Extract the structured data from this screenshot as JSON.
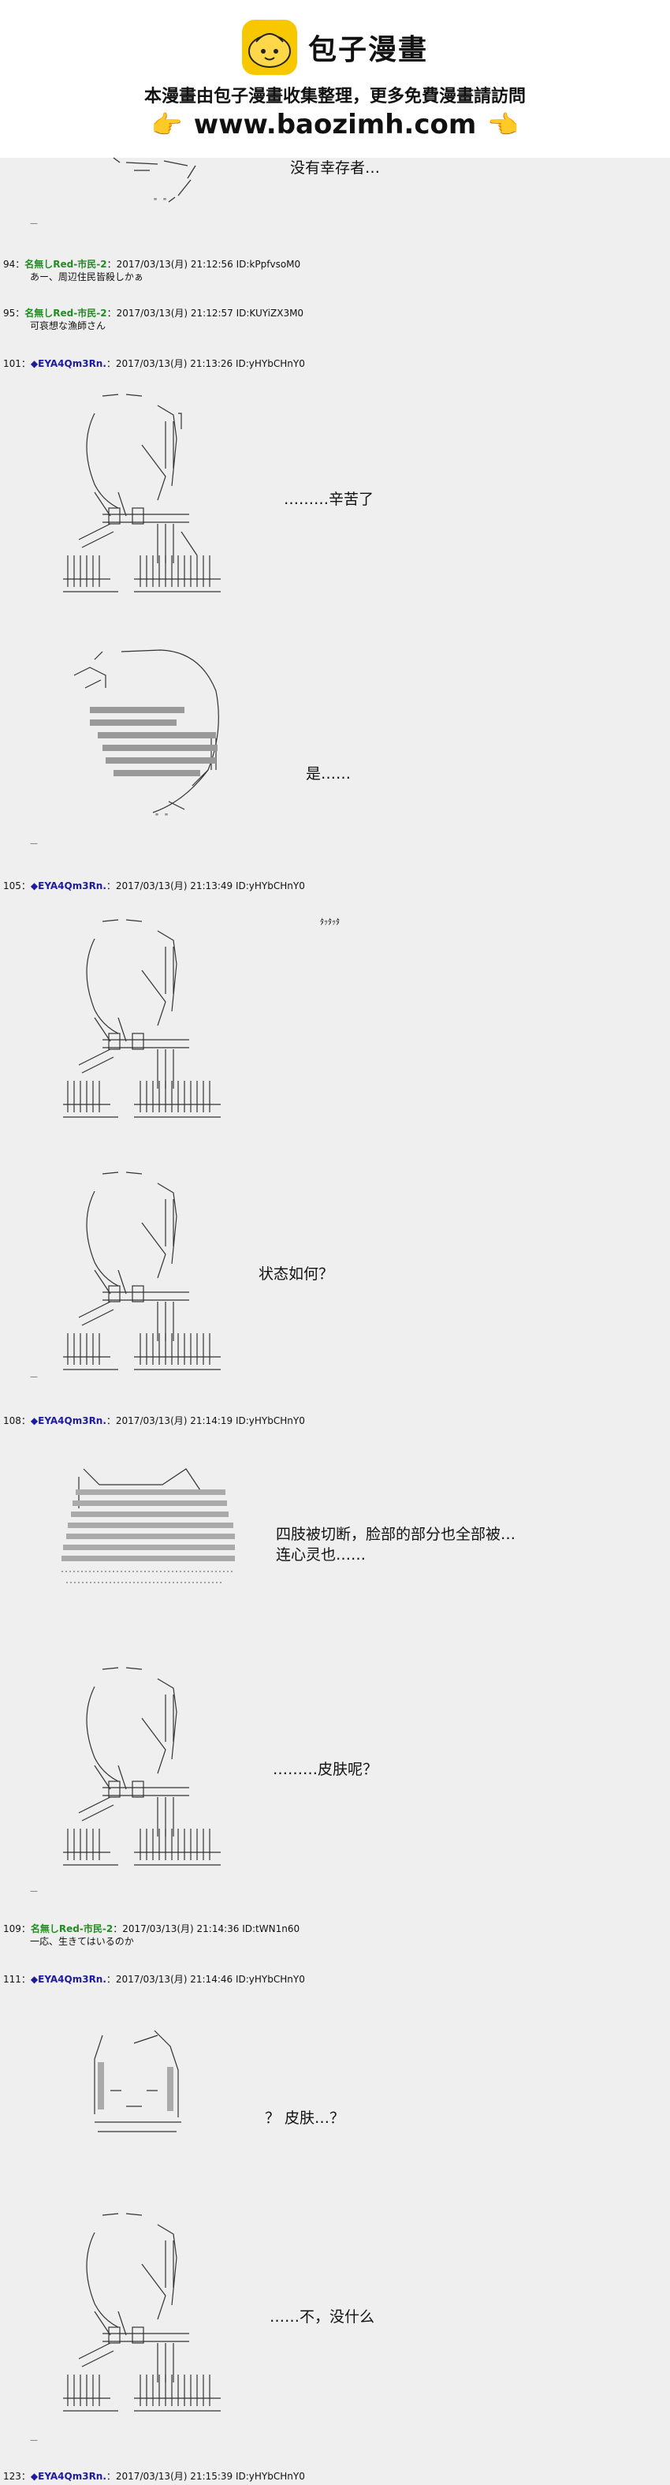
{
  "banner": {
    "logo_title": "包子漫畫",
    "slogan": "本漫畫由包子漫畫收集整理，更多免費漫畫請訪問",
    "url": "www.baozimh.com",
    "hand_left": "👉",
    "hand_right": "👈",
    "brand_color": "#f7c800"
  },
  "posts": [
    {
      "num": "94：",
      "name": "名無しRed-市民-2",
      "meta": "：2017/03/13(月) 21:12:56 ID:kPpfvsoM0",
      "body": "あー、周辺住民皆殺しかぁ"
    },
    {
      "num": "95：",
      "name": "名無しRed-市民-2",
      "meta": "：2017/03/13(月) 21:12:57 ID:KUYiZX3M0",
      "body": "可哀想な漁師さん"
    },
    {
      "num": "101：",
      "name": "◆EYA4Qm3Rn.",
      "meta": "：2017/03/13(月) 21:13:26 ID:yHYbCHnY0"
    },
    {
      "num": "105：",
      "name": "◆EYA4Qm3Rn.",
      "meta": "：2017/03/13(月) 21:13:49 ID:yHYbCHnY0"
    },
    {
      "num": "108：",
      "name": "◆EYA4Qm3Rn.",
      "meta": "：2017/03/13(月) 21:14:19 ID:yHYbCHnY0"
    },
    {
      "num": "109：",
      "name": "名無しRed-市民-2",
      "meta": "：2017/03/13(月) 21:14:36 ID:tWN1n60",
      "body": "一応、生きてはいるのか"
    },
    {
      "num": "111：",
      "name": "◆EYA4Qm3Rn.",
      "meta": "：2017/03/13(月) 21:14:46 ID:yHYbCHnY0"
    },
    {
      "num": "123：",
      "name": "◆EYA4Qm3Rn.",
      "meta": "：2017/03/13(月) 21:15:39 ID:yHYbCHnY0"
    }
  ],
  "dialogs": {
    "d0": "没有幸存者…",
    "d1": "………辛苦了",
    "d2": "是……",
    "d3": "状态如何？",
    "d4a": "四肢被切断，脸部的部分也全部被…",
    "d4b": "连心灵也……",
    "d5": "………皮肤呢？",
    "d6": "？ 皮肤…？",
    "d7": "……不，没什么"
  },
  "sfx": {
    "s1": "ﾀｯﾀｯﾀ"
  },
  "dashes": {
    "dash": "—"
  }
}
